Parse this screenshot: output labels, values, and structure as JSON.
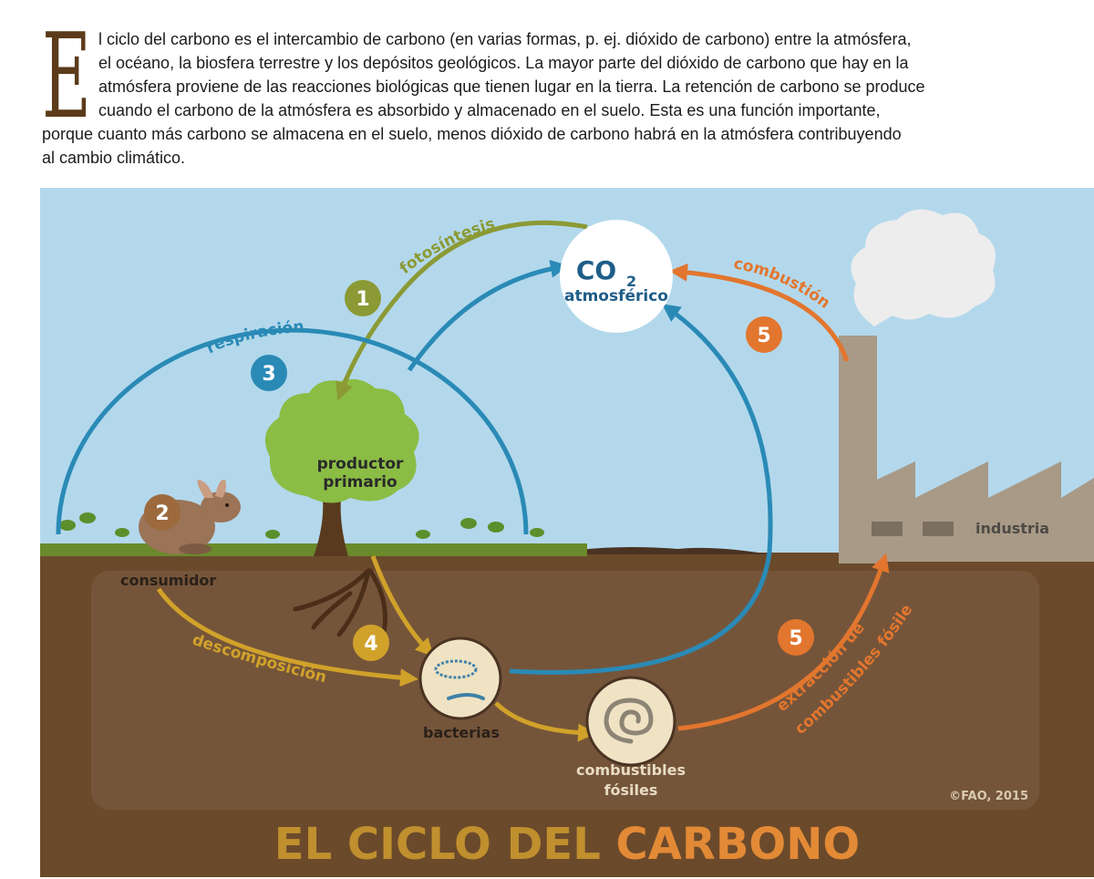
{
  "intro": {
    "drop_cap": "E",
    "lines": [
      "l ciclo del carbono es el intercambio de carbono (en varias formas, p. ej. dióxido de carbono) entre la atmósfera,",
      "el océano, la biosfera terrestre y los depósitos geológicos. La mayor parte del dióxido de carbono que hay en la",
      "atmósfera proviene de las reacciones biológicas que tienen lugar en la tierra. La retención de carbono se produce",
      "cuando el carbono de la atmósfera es absorbido y almacenado en el suelo. Esta es una función importante,",
      "porque cuanto más carbono se almacena en el suelo, menos dióxido de carbono habrá en la atmósfera contribuyendo",
      "al cambio climático."
    ]
  },
  "diagram": {
    "co2_formula": "CO",
    "co2_subscript": "2",
    "co2_label": "atmosférico",
    "processes": {
      "photosynthesis": "fotosíntesis",
      "respiration": "respiración",
      "combustion": "combustión",
      "decomposition": "descomposición",
      "extraction_line1": "extracción de",
      "extraction_line2": "combustibles fósiles"
    },
    "nodes": {
      "producer_line1": "productor",
      "producer_line2": "primario",
      "consumer": "consumidor",
      "bacteria": "bacterias",
      "fossil_line1": "combustibles",
      "fossil_line2": "fósiles",
      "industry": "industria"
    },
    "steps": [
      "1",
      "2",
      "3",
      "4",
      "5",
      "5"
    ],
    "copyright": "©FAO, 2015",
    "title_part1": "EL CICLO DEL ",
    "title_part2": "CARBONO"
  },
  "colors": {
    "sky": "#b3d8ec",
    "ground": "#6b4a2b",
    "underground_panel": "#75553a",
    "photosynthesis": "#8b9a35",
    "respiration": "#2a8ab6",
    "combustion": "#e2762e",
    "decomposition": "#d1a22a",
    "consumer_badge": "#9c6a3d",
    "tree_green": "#8bbd45",
    "factory": "#a89a87",
    "dropcap": "#5b3b1a"
  }
}
